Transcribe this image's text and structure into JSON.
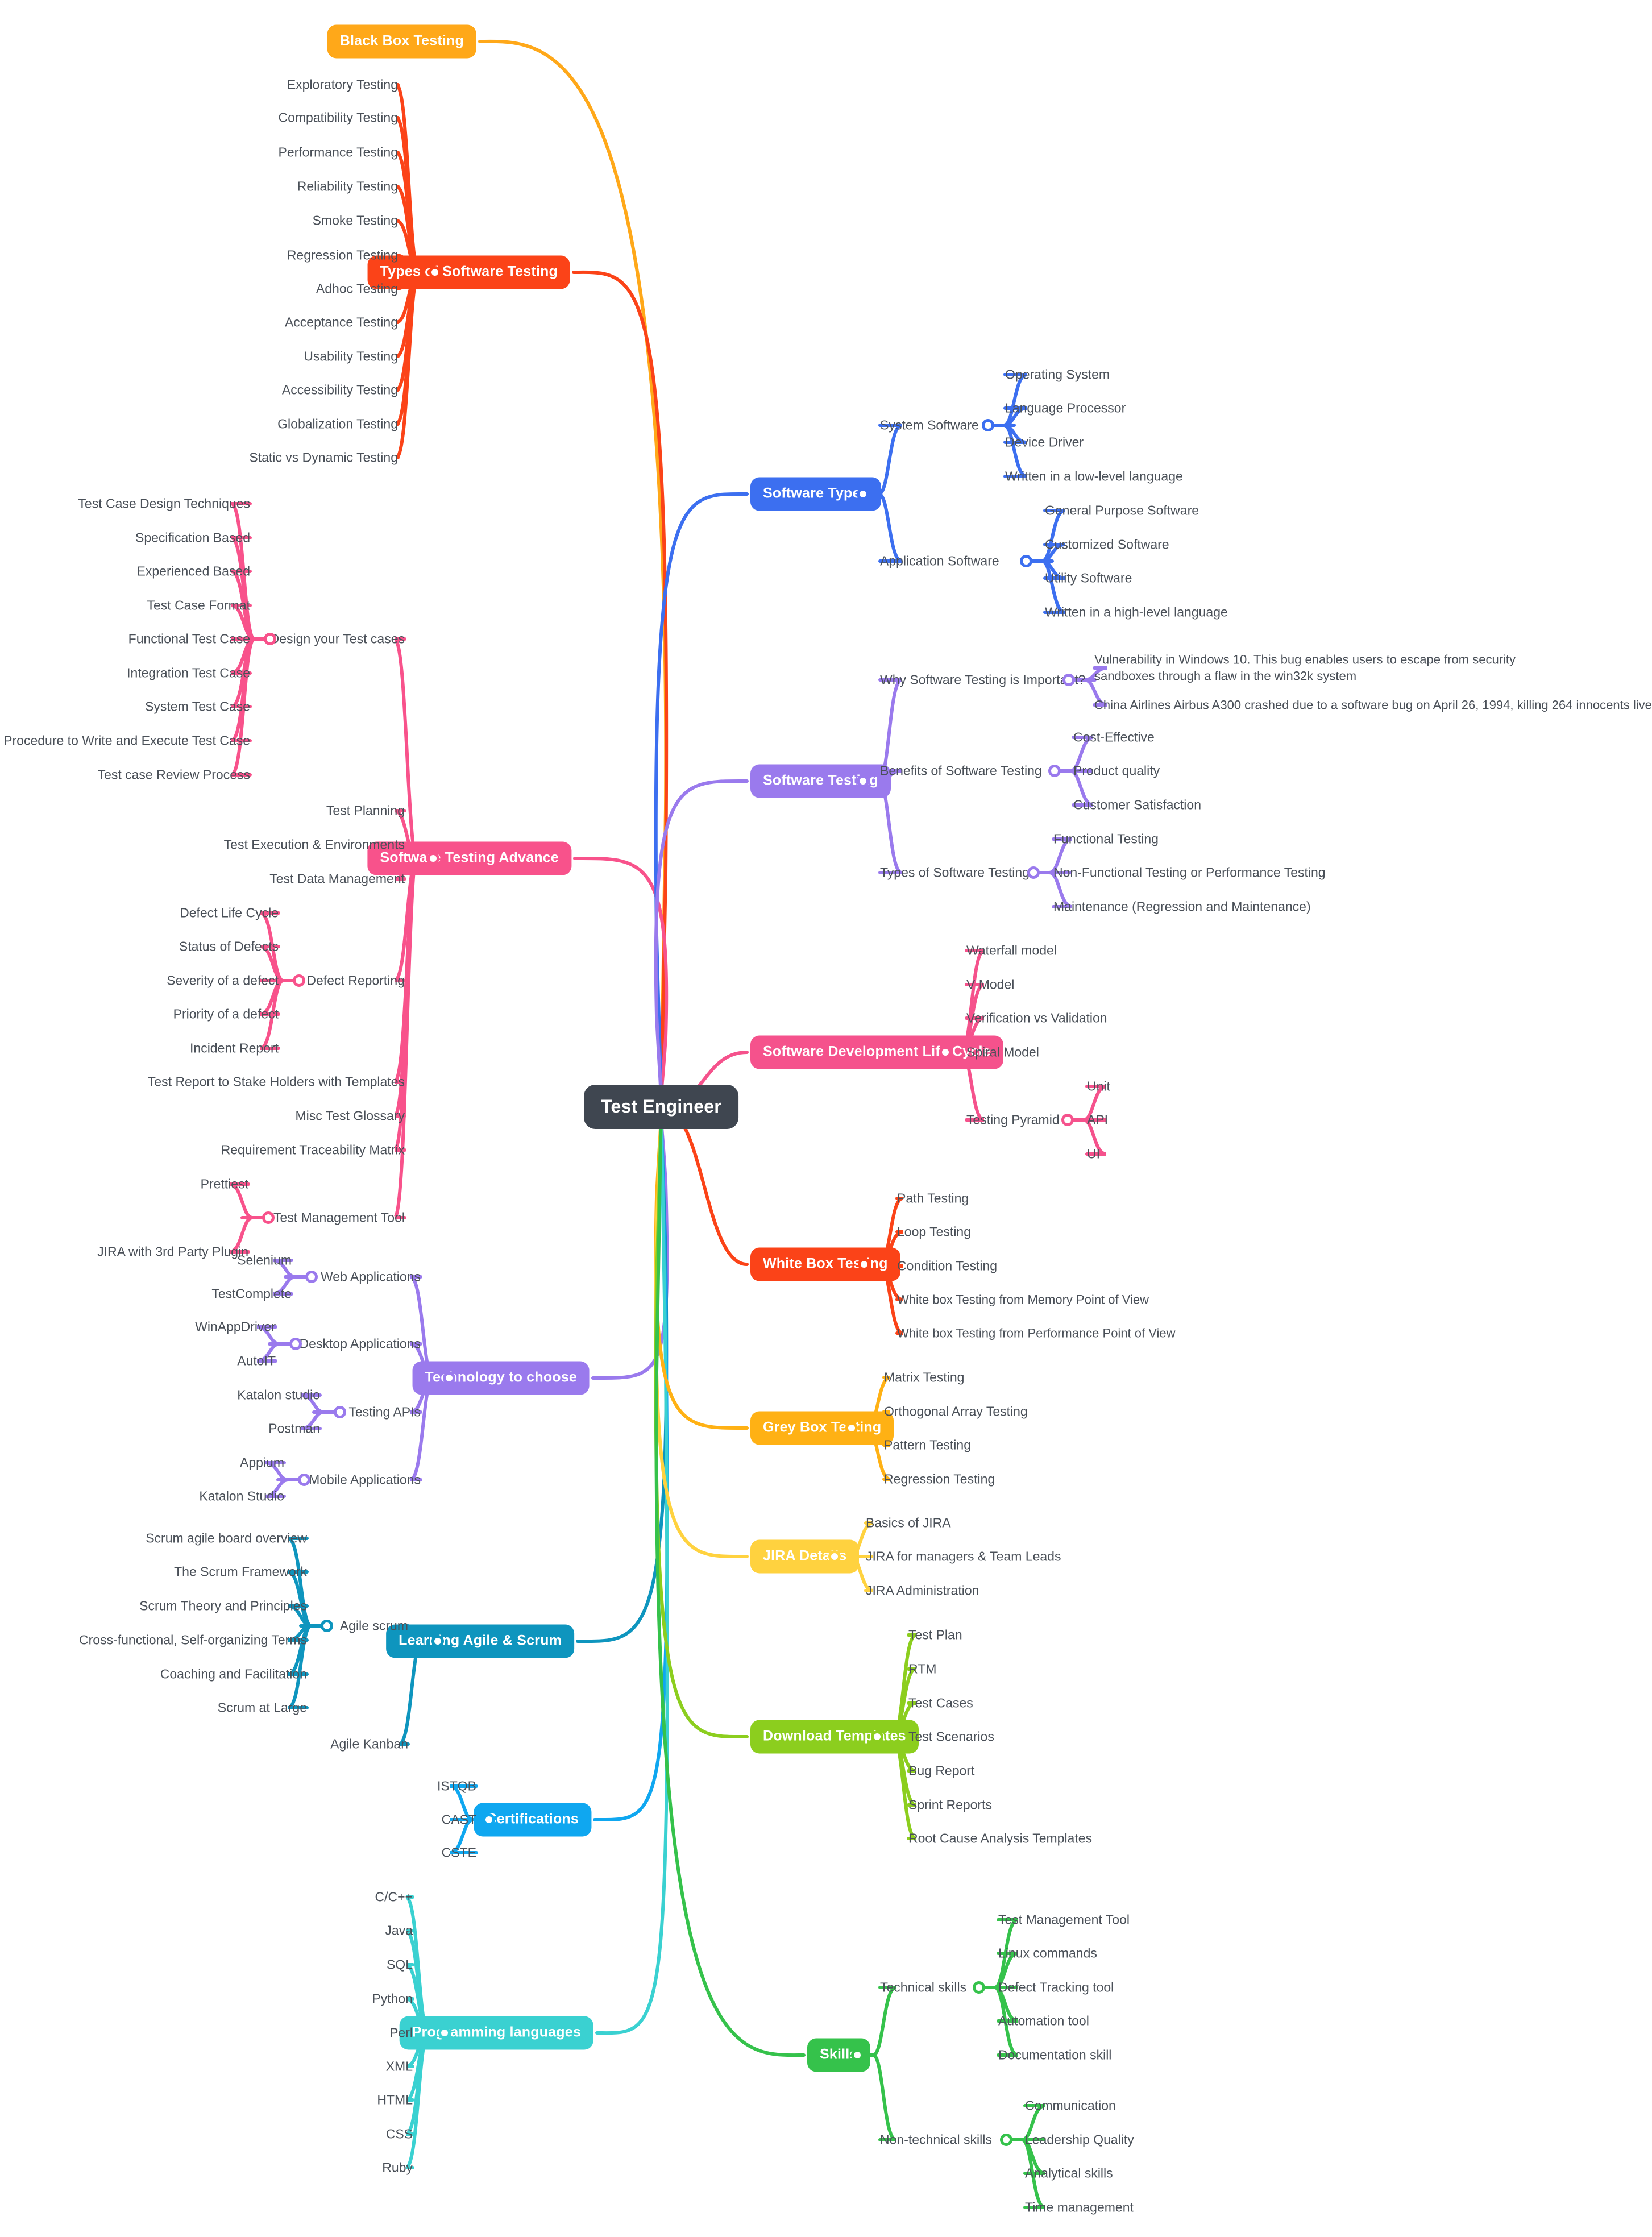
{
  "title": "Test Engineer Mind Map",
  "root": {
    "label": "Test Engineer",
    "color": "#3f4650"
  },
  "palette": {
    "orange": "#FFA819",
    "red": "#FB4318",
    "pink": "#F8528B",
    "blue": "#3C6FF0",
    "purple": "#9B7BEE",
    "rose": "#F5528C",
    "amber": "#FFB114",
    "yellow": "#FFD23F",
    "lime": "#8CCE1E",
    "green": "#35C24B",
    "cyan": "#3AD1D1",
    "dodger": "#0FA7F0",
    "teal": "#0E95BE",
    "royal": "#2F6FE0",
    "violet": "#9A7AED",
    "text": "#4a5058"
  },
  "branches": [
    {
      "id": "black-box-testing",
      "label": "Black Box Testing",
      "color": "#FFA819",
      "side": "left",
      "children": []
    },
    {
      "id": "types-of-software-testing",
      "label": "Types of Software Testing",
      "color": "#FB4318",
      "side": "left",
      "children": [
        {
          "label": "Exploratory Testing"
        },
        {
          "label": "Compatibility Testing"
        },
        {
          "label": "Performance Testing"
        },
        {
          "label": "Reliability Testing"
        },
        {
          "label": "Smoke Testing"
        },
        {
          "label": "Regression Testing"
        },
        {
          "label": "Adhoc Testing"
        },
        {
          "label": "Acceptance Testing"
        },
        {
          "label": "Usability Testing"
        },
        {
          "label": "Accessibility Testing"
        },
        {
          "label": "Globalization Testing"
        },
        {
          "label": "Static vs Dynamic Testing"
        }
      ]
    },
    {
      "id": "software-testing-advance",
      "label": "Software Testing Advance",
      "color": "#F8528B",
      "side": "left",
      "children": [
        {
          "label": "Design your Test cases",
          "children": [
            {
              "label": "Test Case Design Techniques"
            },
            {
              "label": "Specification Based"
            },
            {
              "label": "Experienced Based"
            },
            {
              "label": "Test Case Format"
            },
            {
              "label": "Functional Test Case"
            },
            {
              "label": "Integration Test Case"
            },
            {
              "label": "System Test Case"
            },
            {
              "label": "Procedure to Write and Execute Test Case"
            },
            {
              "label": "Test case Review Process"
            }
          ]
        },
        {
          "label": "Test Planning"
        },
        {
          "label": "Test Execution & Environments"
        },
        {
          "label": "Test Data Management"
        },
        {
          "label": "Defect Reporting",
          "children": [
            {
              "label": "Defect Life Cycle"
            },
            {
              "label": "Status of Defects"
            },
            {
              "label": "Severity of a defect"
            },
            {
              "label": "Priority of a defect"
            },
            {
              "label": "Incident Report"
            }
          ]
        },
        {
          "label": "Test Report to Stake Holders with Templates"
        },
        {
          "label": "Misc Test Glossary"
        },
        {
          "label": "Requirement Traceability Matrix"
        },
        {
          "label": "Test Management Tool",
          "children": [
            {
              "label": "Prettiest"
            },
            {
              "label": "JIRA with 3rd Party Plugin"
            }
          ]
        }
      ]
    },
    {
      "id": "technology-to-choose",
      "label": "Technology to choose",
      "color": "#9A7AED",
      "side": "left",
      "children": [
        {
          "label": "Web Applications",
          "children": [
            {
              "label": "Selenium"
            },
            {
              "label": "TestComplete"
            }
          ]
        },
        {
          "label": "Desktop Applications",
          "children": [
            {
              "label": "WinAppDriver"
            },
            {
              "label": "AutoIT"
            }
          ]
        },
        {
          "label": "Testing APIs",
          "children": [
            {
              "label": "Katalon studio"
            },
            {
              "label": "Postman"
            }
          ]
        },
        {
          "label": "Mobile Applications",
          "children": [
            {
              "label": "Appium"
            },
            {
              "label": "Katalon Studio"
            }
          ]
        }
      ]
    },
    {
      "id": "learning-agile-and-scrum",
      "label": "Learning Agile & Scrum",
      "color": "#0E95BE",
      "side": "left",
      "children": [
        {
          "label": "Agile scrum",
          "children": [
            {
              "label": "Scrum agile board overview"
            },
            {
              "label": "The Scrum Framework"
            },
            {
              "label": "Scrum Theory and Principles"
            },
            {
              "label": "Cross-functional, Self-organizing Terms"
            },
            {
              "label": "Coaching and Facilitation"
            },
            {
              "label": "Scrum at Large"
            }
          ]
        },
        {
          "label": "Agile Kanban"
        }
      ]
    },
    {
      "id": "certifications",
      "label": "Certifications",
      "color": "#0FA7F0",
      "side": "left",
      "children": [
        {
          "label": "ISTQB"
        },
        {
          "label": "CAST"
        },
        {
          "label": "CSTE"
        }
      ]
    },
    {
      "id": "programming-languages",
      "label": "Programming languages",
      "color": "#3AD1D1",
      "side": "left",
      "children": [
        {
          "label": "C/C++"
        },
        {
          "label": "Java"
        },
        {
          "label": "SQL"
        },
        {
          "label": "Python"
        },
        {
          "label": "Perl"
        },
        {
          "label": "XML"
        },
        {
          "label": "HTML"
        },
        {
          "label": "CSS"
        },
        {
          "label": "Ruby"
        }
      ]
    },
    {
      "id": "software-types",
      "label": "Software Types",
      "color": "#3C6FF0",
      "side": "right",
      "children": [
        {
          "label": "System Software",
          "children": [
            {
              "label": "Operating System"
            },
            {
              "label": "Language Processor"
            },
            {
              "label": "Device Driver"
            },
            {
              "label": "Written in a low-level language"
            }
          ]
        },
        {
          "label": "Application Software",
          "children": [
            {
              "label": "General Purpose Software"
            },
            {
              "label": "Customized Software"
            },
            {
              "label": "Utility Software"
            },
            {
              "label": "Written in a high-level language"
            }
          ]
        }
      ]
    },
    {
      "id": "software-testing",
      "label": "Software Testing",
      "color": "#9A7AED",
      "side": "right",
      "children": [
        {
          "label": "Why Software Testing is Important?",
          "children": [
            {
              "label": "Vulnerability in Windows 10. This bug enables users to escape from security sandboxes through a flaw in the win32k system"
            },
            {
              "label": "China Airlines Airbus A300 crashed due to a software bug on April 26, 1994, killing 264 innocents live"
            }
          ]
        },
        {
          "label": "Benefits of Software Testing",
          "children": [
            {
              "label": "Cost-Effective"
            },
            {
              "label": "Product quality"
            },
            {
              "label": "Customer Satisfaction"
            }
          ]
        },
        {
          "label": "Types of Software Testing",
          "children": [
            {
              "label": "Functional Testing"
            },
            {
              "label": "Non-Functional Testing or Performance Testing"
            },
            {
              "label": "Maintenance (Regression and Maintenance)"
            }
          ]
        }
      ]
    },
    {
      "id": "software-development-life-cycle",
      "label": "Software Development Life Cycle",
      "color": "#F5528C",
      "side": "right",
      "children": [
        {
          "label": "Waterfall model"
        },
        {
          "label": "V Model"
        },
        {
          "label": "Verification vs Validation"
        },
        {
          "label": "Spiral Model"
        },
        {
          "label": "Testing Pyramid",
          "children": [
            {
              "label": "Unit"
            },
            {
              "label": "API"
            },
            {
              "label": "UI"
            }
          ]
        }
      ]
    },
    {
      "id": "white-box-testing",
      "label": "White Box Testing",
      "color": "#FB4318",
      "side": "right",
      "children": [
        {
          "label": "Path Testing"
        },
        {
          "label": "Loop Testing"
        },
        {
          "label": "Condition Testing"
        },
        {
          "label": "White box Testing from Memory Point of View"
        },
        {
          "label": "White box Testing from Performance Point of View"
        }
      ]
    },
    {
      "id": "grey-box-testing",
      "label": "Grey Box Testing",
      "color": "#FFB114",
      "side": "right",
      "children": [
        {
          "label": "Matrix Testing"
        },
        {
          "label": "Orthogonal Array Testing"
        },
        {
          "label": "Pattern Testing"
        },
        {
          "label": "Regression Testing"
        }
      ]
    },
    {
      "id": "jira-details",
      "label": "JIRA Details",
      "color": "#FFD23F",
      "side": "right",
      "children": [
        {
          "label": "Basics of JIRA"
        },
        {
          "label": "JIRA for managers & Team Leads"
        },
        {
          "label": "JIRA Administration"
        }
      ]
    },
    {
      "id": "download-templates",
      "label": "Download Templates",
      "color": "#8CCE1E",
      "side": "right",
      "children": [
        {
          "label": "Test Plan"
        },
        {
          "label": "RTM"
        },
        {
          "label": "Test Cases"
        },
        {
          "label": "Test Scenarios"
        },
        {
          "label": "Bug Report"
        },
        {
          "label": "Sprint Reports"
        },
        {
          "label": "Root Cause Analysis Templates"
        }
      ]
    },
    {
      "id": "skills",
      "label": "Skills",
      "color": "#35C24B",
      "side": "right",
      "children": [
        {
          "label": "Technical skills",
          "children": [
            {
              "label": "Test Management Tool"
            },
            {
              "label": "Linux commands"
            },
            {
              "label": "Defect Tracking tool"
            },
            {
              "label": "Automation tool"
            },
            {
              "label": "Documentation skill"
            }
          ]
        },
        {
          "label": "Non-technical skills",
          "children": [
            {
              "label": "Communication"
            },
            {
              "label": "Leadership Quality"
            },
            {
              "label": "Analytical skills"
            },
            {
              "label": "Time management"
            }
          ]
        }
      ]
    }
  ]
}
